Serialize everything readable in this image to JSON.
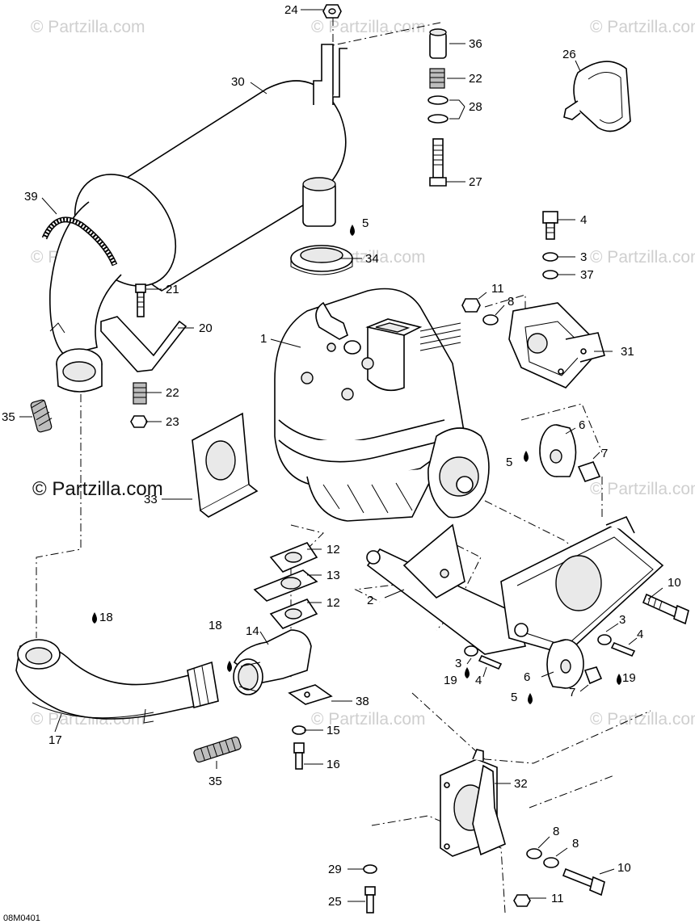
{
  "watermark": "© Partzilla.com",
  "brand_label": "© Partzilla.com",
  "drawing_code": "08M0401",
  "callouts": [
    "1",
    "2",
    "3",
    "4",
    "5",
    "6",
    "7",
    "8",
    "10",
    "11",
    "12",
    "13",
    "14",
    "15",
    "16",
    "17",
    "18",
    "19",
    "20",
    "21",
    "22",
    "23",
    "24",
    "25",
    "26",
    "27",
    "28",
    "29",
    "30",
    "31",
    "32",
    "33",
    "34",
    "35",
    "36",
    "37",
    "38",
    "39"
  ]
}
